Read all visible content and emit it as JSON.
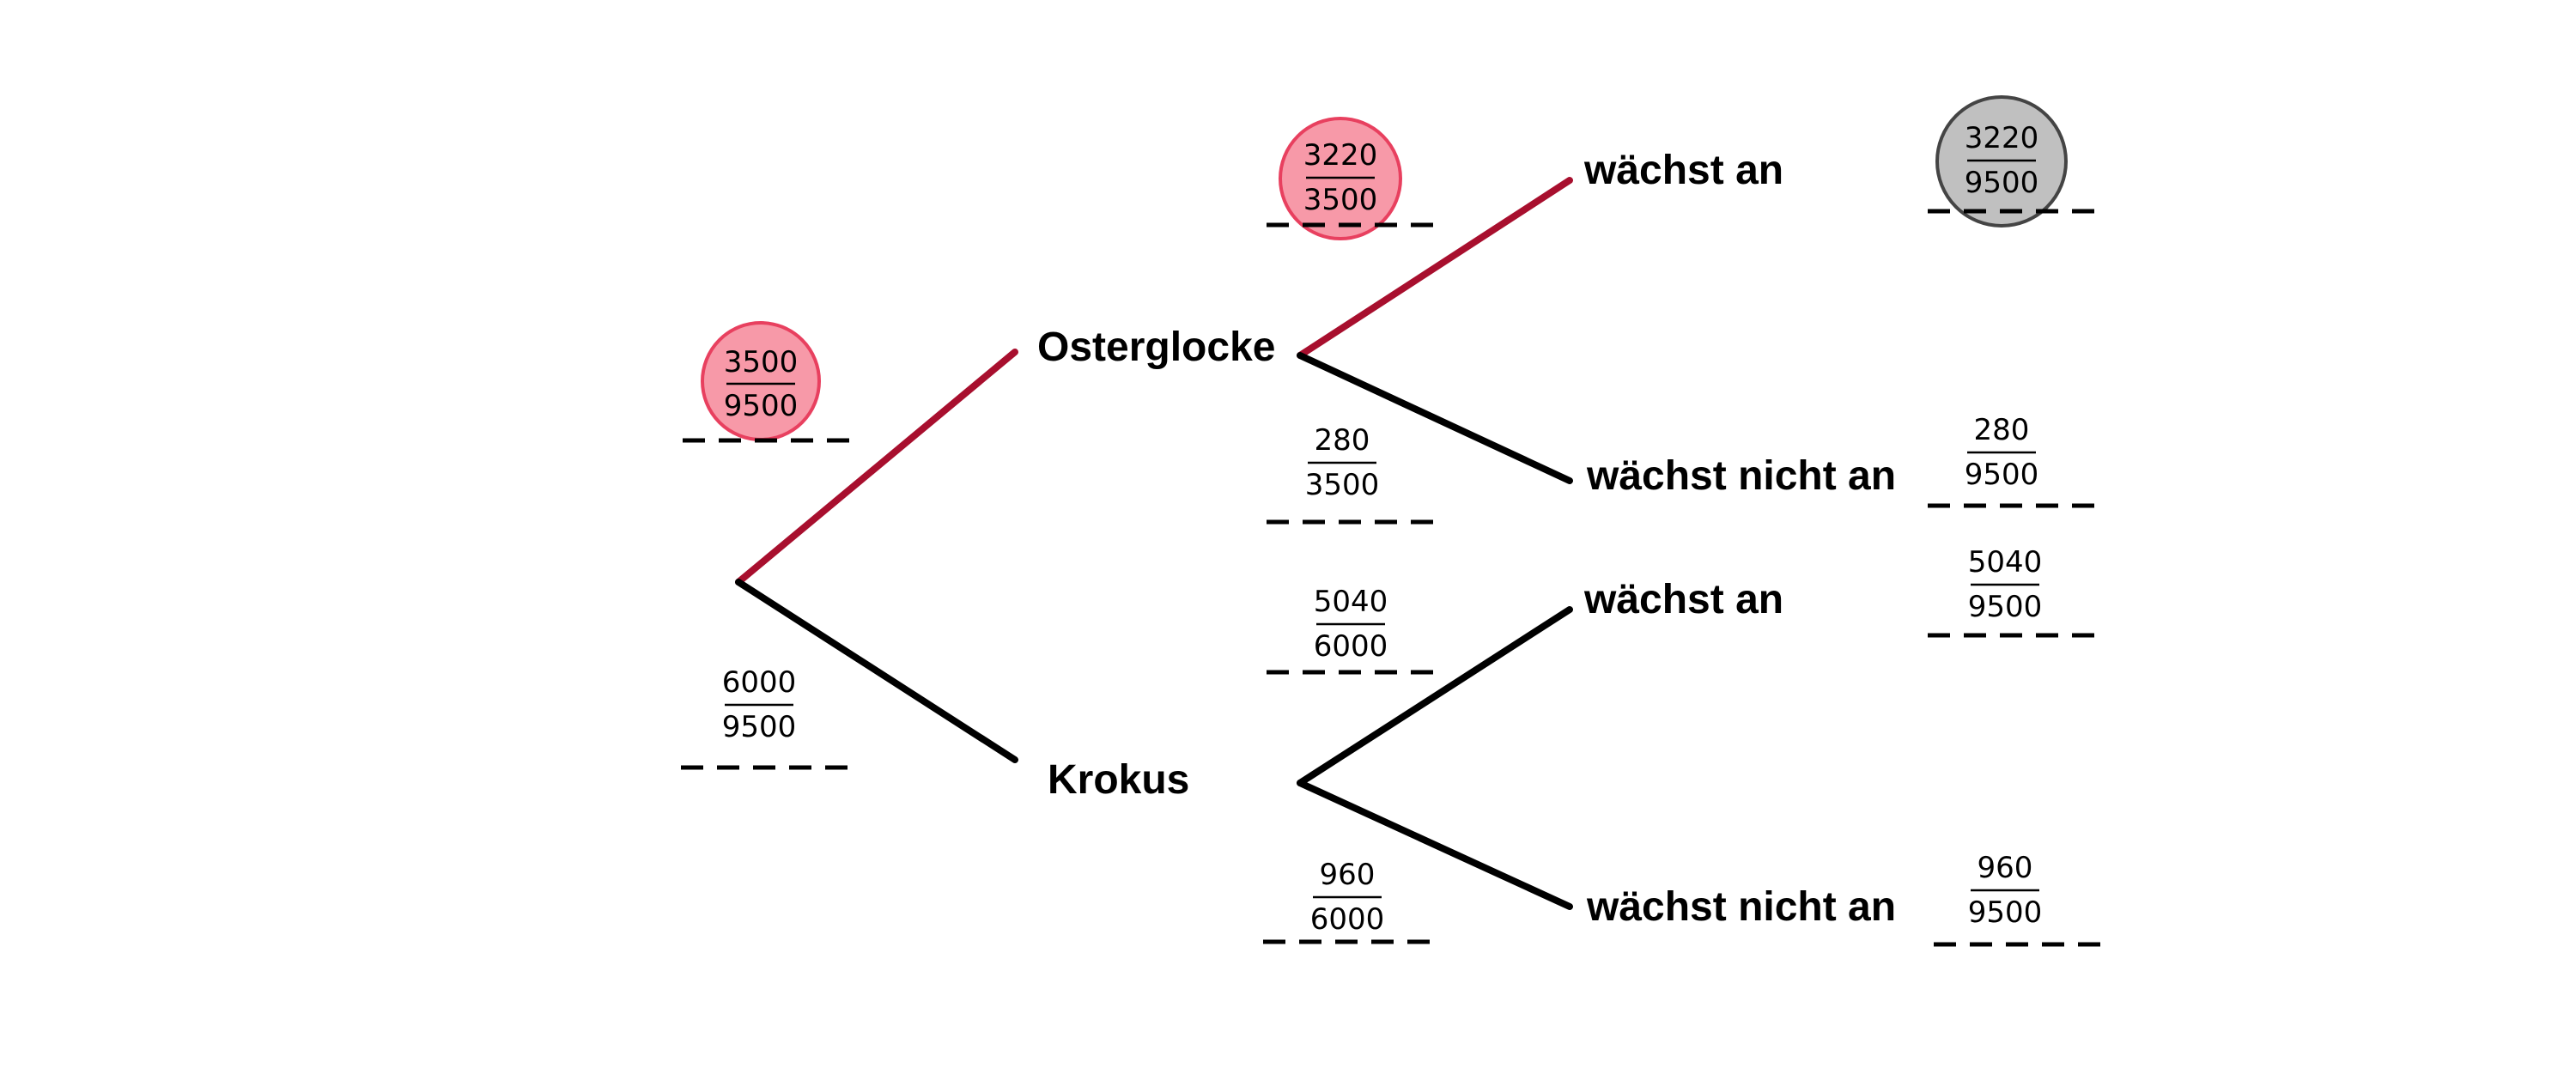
{
  "colors": {
    "highlight_edge": "#a80f2e",
    "edge": "#000000",
    "pink_fill": "#f799a8",
    "pink_stroke": "#e8405f",
    "gray_fill": "#c0c0c0",
    "gray_stroke": "#444444"
  },
  "level1": {
    "top_label": "Osterglocke",
    "bottom_label": "Krokus",
    "prob_top": {
      "num": "3500",
      "den": "9500"
    },
    "prob_bottom": {
      "num": "6000",
      "den": "9500"
    }
  },
  "level2_osterglocke": {
    "top_label": "wächst an",
    "bottom_label": "wächst nicht an",
    "prob_top": {
      "num": "3220",
      "den": "3500"
    },
    "prob_bottom": {
      "num": "280",
      "den": "3500"
    }
  },
  "level2_krokus": {
    "top_label": "wächst an",
    "bottom_label": "wächst nicht an",
    "prob_top": {
      "num": "5040",
      "den": "6000"
    },
    "prob_bottom": {
      "num": "960",
      "den": "6000"
    }
  },
  "results": [
    {
      "num": "3220",
      "den": "9500"
    },
    {
      "num": "280",
      "den": "9500"
    },
    {
      "num": "5040",
      "den": "9500"
    },
    {
      "num": "960",
      "den": "9500"
    }
  ]
}
